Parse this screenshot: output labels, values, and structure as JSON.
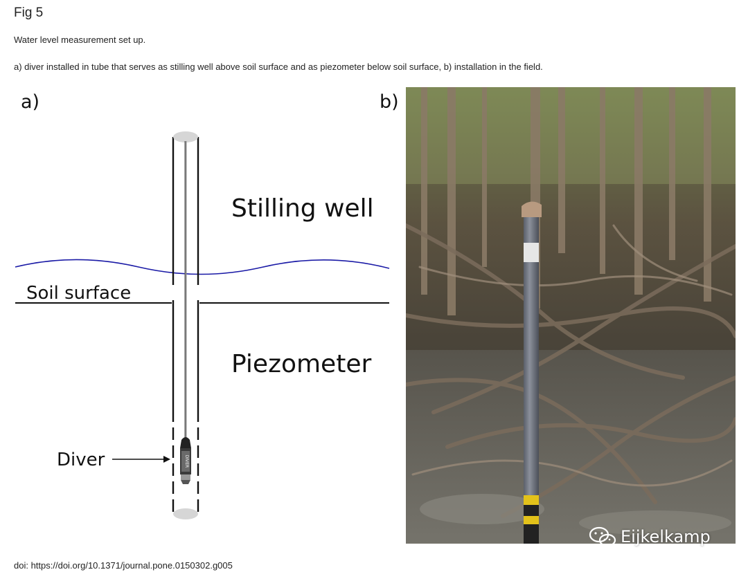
{
  "figure": {
    "title": "Fig 5",
    "subtitle": "Water level measurement set up.",
    "caption": "a) diver installed in tube that serves as stilling well above soil surface and as piezometer below soil surface, b) installation in the field.",
    "doi": "doi: https://doi.org/10.1371/journal.pone.0150302.g005"
  },
  "panels": {
    "a_label": "a)",
    "b_label": "b)"
  },
  "diagram": {
    "stilling_well_label": "Stilling well",
    "soil_surface_label": "Soil surface",
    "piezometer_label": "Piezometer",
    "diver_label": "Diver",
    "diver_body_text": "DIVER",
    "water_line_color": "#1a1aa6",
    "tube_color": "#111111"
  },
  "watermark": {
    "text": "Eijkelkamp",
    "icon": "wechat-icon"
  }
}
